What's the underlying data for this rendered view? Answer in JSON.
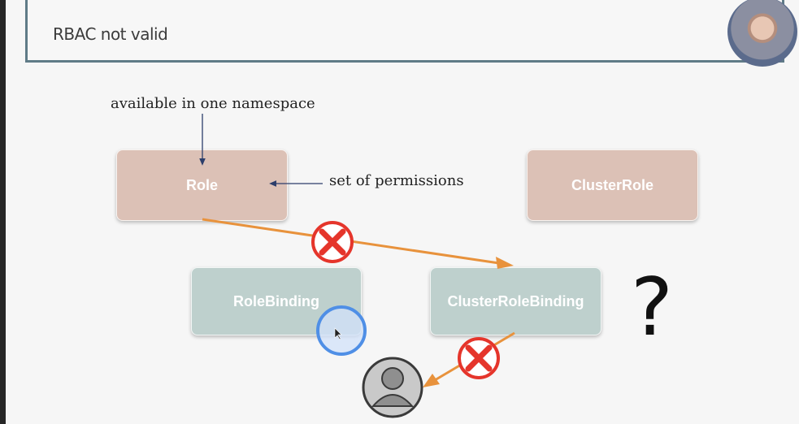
{
  "header": {
    "title": "RBAC not valid"
  },
  "nodes": {
    "role": "Role",
    "cluster_role": "ClusterRole",
    "role_binding": "RoleBinding",
    "cluster_role_binding": "ClusterRoleBinding"
  },
  "annotations": {
    "namespace": "available in one namespace",
    "permissions": "set of permissions",
    "question": "?"
  },
  "colors": {
    "role_fill": "#dcc1b6",
    "binding_fill": "#bed0cd",
    "arrow": "#e8923c",
    "cross": "#e5352b",
    "title_border": "#5f7b87"
  },
  "icons": [
    "arrow-down-icon",
    "arrow-left-icon",
    "cross-icon",
    "user-icon",
    "cursor-icon",
    "click-ripple-icon",
    "webcam-avatar"
  ]
}
